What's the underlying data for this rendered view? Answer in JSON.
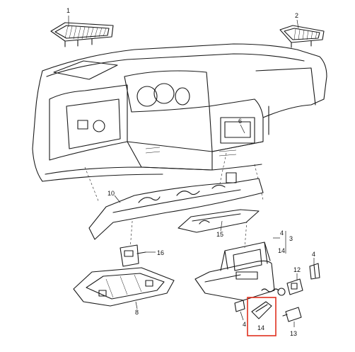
{
  "callouts": {
    "c1": "1",
    "c2": "2",
    "c3": "3",
    "c4a": "4",
    "c4b": "4",
    "c4c": "4",
    "c6": "6",
    "c8": "8",
    "c10": "10",
    "c12": "12",
    "c13": "13",
    "c14a": "14",
    "c14b": "14",
    "c15": "15",
    "c16": "16"
  },
  "highlight": {
    "part": "14",
    "color": "#e0301e"
  }
}
